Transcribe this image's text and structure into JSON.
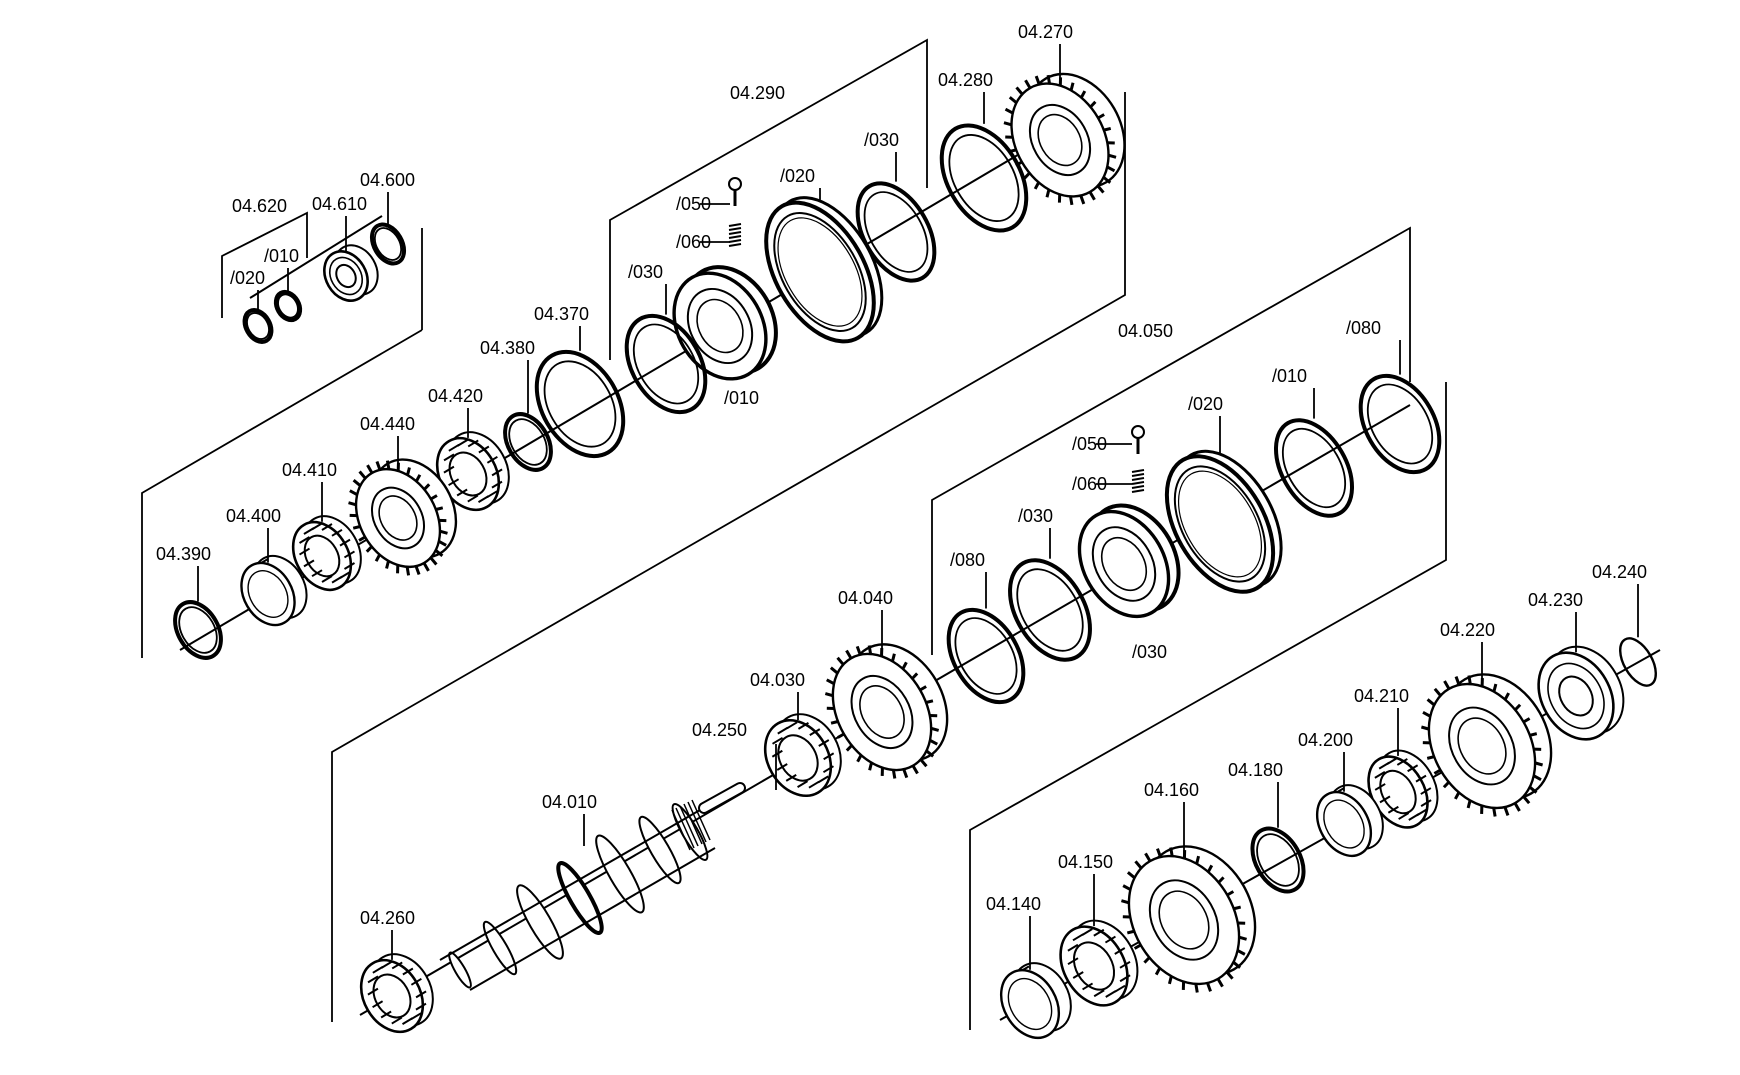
{
  "diagram": {
    "colors": {
      "line": "#000000",
      "background": "#ffffff"
    },
    "group_labels": {
      "synchro_upper": "04.290",
      "synchro_lower": "04.050",
      "bearing_set": "04.620"
    },
    "parts": [
      {
        "id": "p_04600",
        "label": "04.600",
        "kind": "washer"
      },
      {
        "id": "p_04610",
        "label": "04.610",
        "kind": "bearing"
      },
      {
        "id": "p_04620_010",
        "label": "/010",
        "kind": "washer"
      },
      {
        "id": "p_04620_020",
        "label": "/020",
        "kind": "washer"
      },
      {
        "id": "p_04270",
        "label": "04.270",
        "kind": "gear"
      },
      {
        "id": "p_04280",
        "label": "04.280",
        "kind": "ring"
      },
      {
        "id": "p_04290_030a",
        "label": "/030",
        "kind": "ring"
      },
      {
        "id": "p_04290_020",
        "label": "/020",
        "kind": "sleeve"
      },
      {
        "id": "p_04290_050",
        "label": "/050",
        "kind": "pin"
      },
      {
        "id": "p_04290_060",
        "label": "/060",
        "kind": "spring"
      },
      {
        "id": "p_04290_010",
        "label": "/010",
        "kind": "hub"
      },
      {
        "id": "p_04290_030b",
        "label": "/030",
        "kind": "ring"
      },
      {
        "id": "p_04370",
        "label": "04.370",
        "kind": "ring"
      },
      {
        "id": "p_04380",
        "label": "04.380",
        "kind": "washer"
      },
      {
        "id": "p_04420",
        "label": "04.420",
        "kind": "needle-bearing"
      },
      {
        "id": "p_04440",
        "label": "04.440",
        "kind": "gear"
      },
      {
        "id": "p_04410",
        "label": "04.410",
        "kind": "needle-bearing"
      },
      {
        "id": "p_04400",
        "label": "04.400",
        "kind": "bushing"
      },
      {
        "id": "p_04390",
        "label": "04.390",
        "kind": "washer"
      },
      {
        "id": "p_04050_080a",
        "label": "/080",
        "kind": "ring"
      },
      {
        "id": "p_04050_030a",
        "label": "/030",
        "kind": "ring"
      },
      {
        "id": "p_04050_020",
        "label": "/020",
        "kind": "sleeve"
      },
      {
        "id": "p_04050_050",
        "label": "/050",
        "kind": "pin"
      },
      {
        "id": "p_04050_060",
        "label": "/060",
        "kind": "spring"
      },
      {
        "id": "p_04050_010",
        "label": "/010",
        "kind": "hub"
      },
      {
        "id": "p_04050_030b",
        "label": "/030",
        "kind": "ring"
      },
      {
        "id": "p_04050_080b",
        "label": "/080",
        "kind": "ring"
      },
      {
        "id": "p_04040",
        "label": "04.040",
        "kind": "gear"
      },
      {
        "id": "p_04030",
        "label": "04.030",
        "kind": "needle-bearing"
      },
      {
        "id": "p_04250",
        "label": "04.250",
        "kind": "pin"
      },
      {
        "id": "p_04010",
        "label": "04.010",
        "kind": "shaft"
      },
      {
        "id": "p_04260",
        "label": "04.260",
        "kind": "needle-bearing"
      },
      {
        "id": "p_04240",
        "label": "04.240",
        "kind": "circlip"
      },
      {
        "id": "p_04230",
        "label": "04.230",
        "kind": "bearing"
      },
      {
        "id": "p_04220",
        "label": "04.220",
        "kind": "gear"
      },
      {
        "id": "p_04210",
        "label": "04.210",
        "kind": "needle-bearing"
      },
      {
        "id": "p_04200",
        "label": "04.200",
        "kind": "bushing"
      },
      {
        "id": "p_04180",
        "label": "04.180",
        "kind": "ring"
      },
      {
        "id": "p_04160",
        "label": "04.160",
        "kind": "gear"
      },
      {
        "id": "p_04150",
        "label": "04.150",
        "kind": "needle-bearing"
      },
      {
        "id": "p_04140",
        "label": "04.140",
        "kind": "bushing"
      }
    ]
  }
}
